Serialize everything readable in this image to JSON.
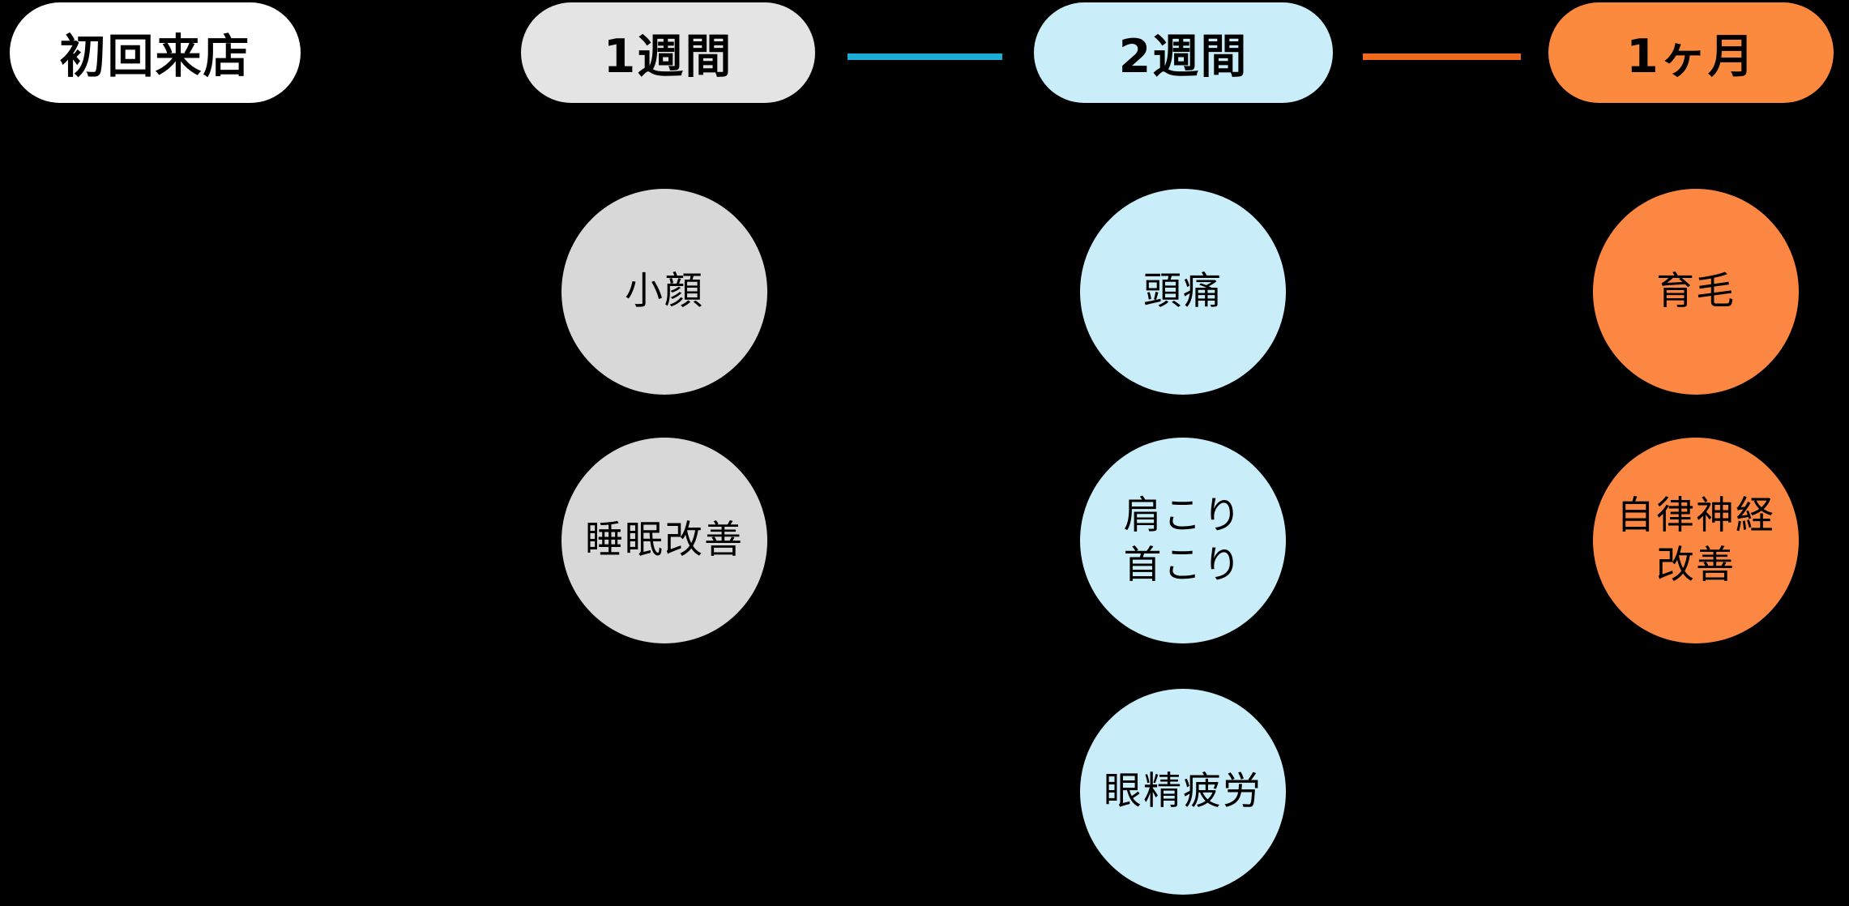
{
  "colors": {
    "background": "#000000",
    "text": "#000000"
  },
  "timeline": {
    "start": {
      "label": "初回来店",
      "bg": "#ffffff"
    },
    "stages": [
      {
        "label": "1週間",
        "pill_bg": "#e4e4e4",
        "circle_bg": "#d8d8d8",
        "effects": [
          "小顔",
          "睡眠改善"
        ]
      },
      {
        "label": "2週間",
        "pill_bg": "#c9eefa",
        "circle_bg": "#c9eefa",
        "effects": [
          "頭痛",
          "肩こり\n首こり",
          "眼精疲労"
        ]
      },
      {
        "label": "1ヶ月",
        "pill_bg": "#fb8a3e",
        "circle_bg": "#fb8743",
        "effects": [
          "育毛",
          "自律神経\n改善"
        ]
      }
    ],
    "connectors": [
      {
        "color": "#1badd6"
      },
      {
        "color": "#f06a1d"
      }
    ]
  }
}
